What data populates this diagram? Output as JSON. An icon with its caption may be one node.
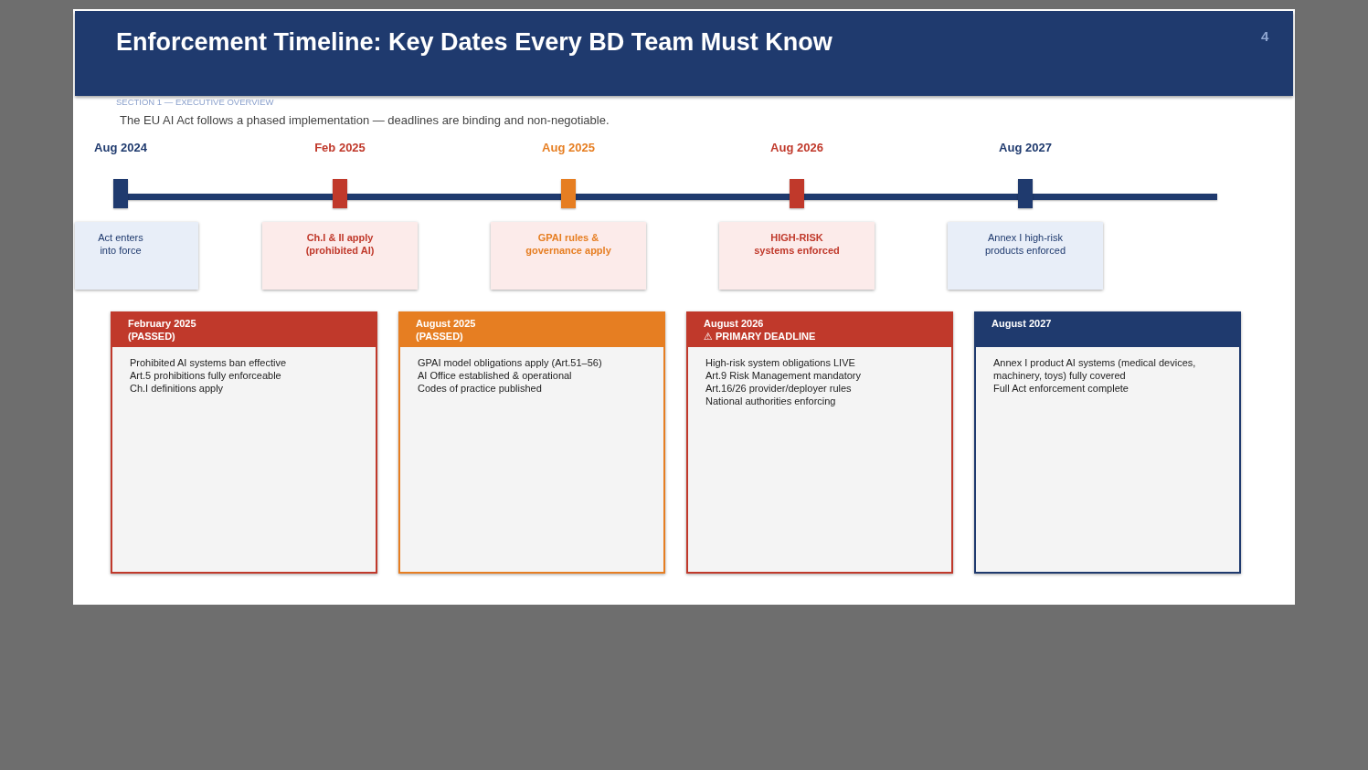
{
  "diagram": {
    "title": "Enforcement Timeline: Key Dates Every BD Team Must Know",
    "nodes": [
      {
        "text": [
          "Act enters into force"
        ]
      },
      {
        "text": [
          "Ch.I & II apply (prohibited AI)"
        ]
      },
      {
        "text": [
          "GPAI rules & governance apply"
        ]
      },
      {
        "text": [
          "HIGH-RISK systems enforced"
        ]
      },
      {
        "text": [
          "Annex I high-risk products enforced"
        ]
      },
      {
        "text": [
          "February 2025 (PASSED)",
          "Prohibited AI systems ban effective",
          "Art.5 prohibitions fully enforceable",
          "Ch.I definitions apply"
        ]
      },
      {
        "text": [
          "August 2025 (PASSED)",
          "GPAI model obligations apply (Art.51–56)",
          "AI Office established & operational",
          "Codes of practice published"
        ]
      },
      {
        "text": [
          "August 2026 ⚠ PRIMARY DEADLINE",
          "High-risk system obligations LIVE",
          "Art.9 Risk Management mandatory",
          "Art.16/26 provider/deployer rules",
          "National authorities enforcing"
        ]
      },
      {
        "text": [
          "August 2027",
          "Annex I product AI systems (medical devices, machinery, toys) fully covered",
          "Full Act enforcement complete"
        ]
      }
    ],
    "labels": [
      "4",
      "SECTION 1 — EXECUTIVE OVERVIEW",
      "The EU AI Act follows a phased implementation — deadlines are binding and non-negotiable.",
      "Aug 2024",
      "Feb 2025",
      "Aug 2025",
      "Aug 2026",
      "Aug 2027"
    ]
  }
}
